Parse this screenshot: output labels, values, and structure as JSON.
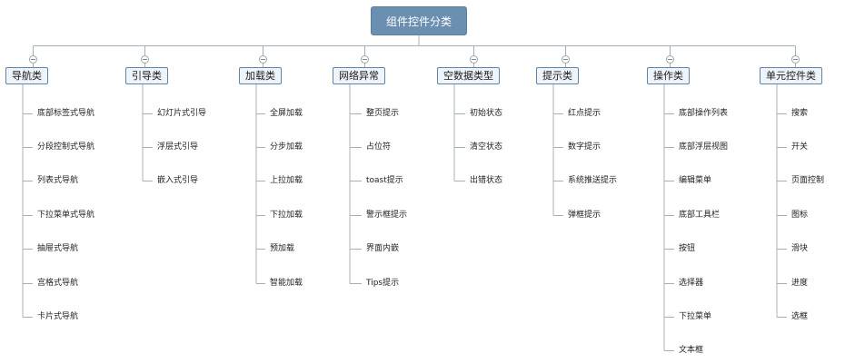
{
  "root": {
    "label": "组件控件分类"
  },
  "categories": [
    {
      "label": "导航类",
      "items": [
        "底部标签式导航",
        "分段控制式导航",
        "列表式导航",
        "下拉菜单式导航",
        "抽屉式导航",
        "宫格式导航",
        "卡片式导航"
      ]
    },
    {
      "label": "引导类",
      "items": [
        "幻灯片式引导",
        "浮层式引导",
        "嵌入式引导"
      ]
    },
    {
      "label": "加载类",
      "items": [
        "全屏加载",
        "分步加载",
        "上拉加载",
        "下拉加载",
        "预加载",
        "智能加载"
      ]
    },
    {
      "label": "网络异常",
      "items": [
        "整页提示",
        "占位符",
        "toast提示",
        "警示框提示",
        "界面内嵌",
        "Tips提示"
      ]
    },
    {
      "label": "空数据类型",
      "items": [
        "初始状态",
        "清空状态",
        "出错状态"
      ]
    },
    {
      "label": "提示类",
      "items": [
        "红点提示",
        "数字提示",
        "系统推送提示",
        "弹框提示"
      ]
    },
    {
      "label": "操作类",
      "items": [
        "底部操作列表",
        "底部浮层视图",
        "编辑菜单",
        "底部工具栏",
        "按钮",
        "选择器",
        "下拉菜单",
        "文本框"
      ]
    },
    {
      "label": "单元控件类",
      "items": [
        "搜索",
        "开关",
        "页面控制",
        "图标",
        "滑块",
        "进度",
        "选框"
      ]
    }
  ]
}
